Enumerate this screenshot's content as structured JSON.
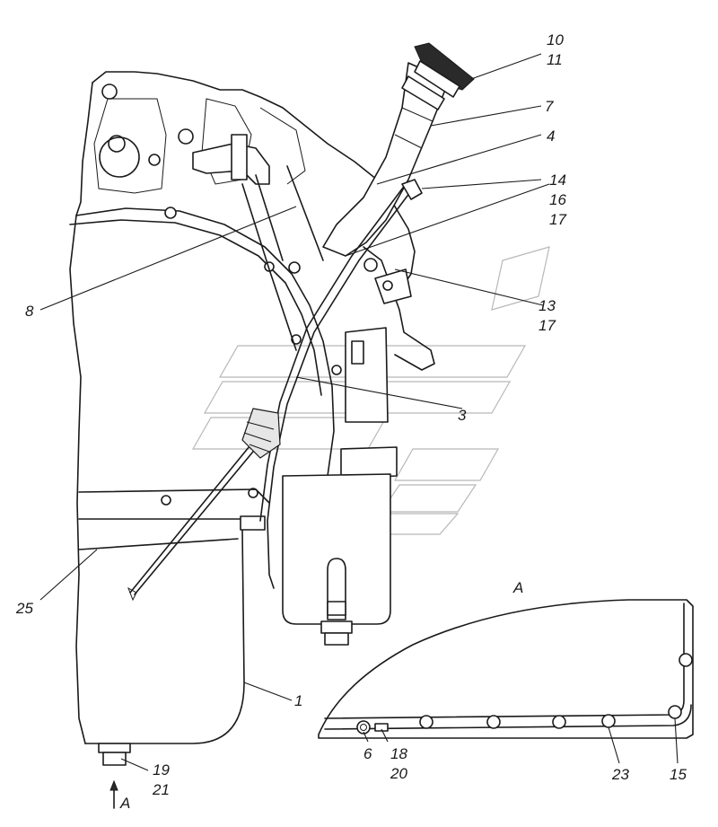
{
  "view_label": "A",
  "view_arrow_label": "A",
  "callouts": {
    "c10": "10",
    "c11": "11",
    "c7": "7",
    "c4": "4",
    "c14": "14",
    "c16": "16",
    "c17a": "17",
    "c8": "8",
    "c13": "13",
    "c17b": "17",
    "c3": "3",
    "c25": "25",
    "c1": "1",
    "c19": "19",
    "c21": "21",
    "c6": "6",
    "c18": "18",
    "c20": "20",
    "c23": "23",
    "c15": "15"
  },
  "colors": {
    "ink": "#1a1a1a",
    "watermark": "#b8b8b8",
    "background": "#ffffff"
  }
}
